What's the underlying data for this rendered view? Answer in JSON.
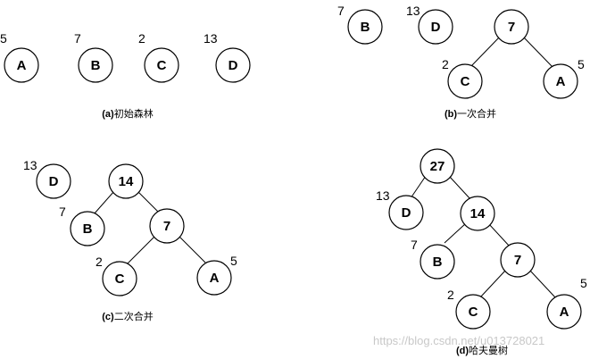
{
  "panels": {
    "a": {
      "caption_prefix": "(a)",
      "caption_text": "初始森林",
      "nodes": [
        {
          "label": "A",
          "weight": "5"
        },
        {
          "label": "B",
          "weight": "7"
        },
        {
          "label": "C",
          "weight": "2"
        },
        {
          "label": "D",
          "weight": "13"
        }
      ]
    },
    "b": {
      "caption_prefix": "(b)",
      "caption_text": "一次合并",
      "nodes": [
        {
          "label": "B",
          "weight": "7"
        },
        {
          "label": "D",
          "weight": "13"
        },
        {
          "label": "7",
          "weight": ""
        },
        {
          "label": "C",
          "weight": "2"
        },
        {
          "label": "A",
          "weight": "5"
        }
      ]
    },
    "c": {
      "caption_prefix": "(c)",
      "caption_text": "二次合并",
      "nodes": [
        {
          "label": "D",
          "weight": "13"
        },
        {
          "label": "14",
          "weight": ""
        },
        {
          "label": "B",
          "weight": "7"
        },
        {
          "label": "7",
          "weight": ""
        },
        {
          "label": "C",
          "weight": "2"
        },
        {
          "label": "A",
          "weight": "5"
        }
      ]
    },
    "d": {
      "caption_prefix": "(d)",
      "caption_text": "哈夫曼树",
      "nodes": [
        {
          "label": "27",
          "weight": ""
        },
        {
          "label": "D",
          "weight": "13"
        },
        {
          "label": "14",
          "weight": ""
        },
        {
          "label": "B",
          "weight": "7"
        },
        {
          "label": "7",
          "weight": ""
        },
        {
          "label": "C",
          "weight": "2"
        },
        {
          "label": "A",
          "weight": "5"
        }
      ]
    }
  },
  "watermark": "https://blog.csdn.net/u013728021"
}
